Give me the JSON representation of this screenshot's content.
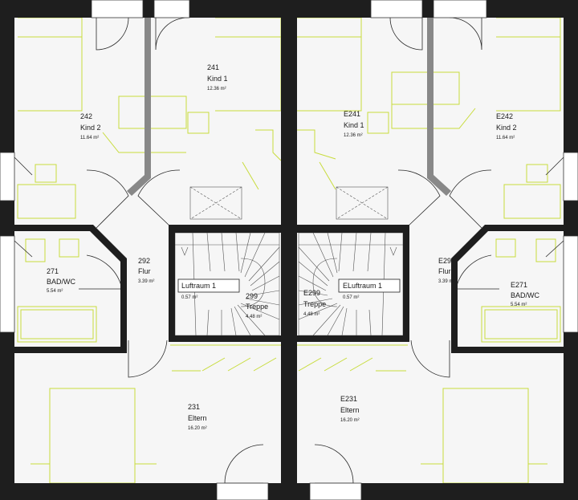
{
  "colors": {
    "wall": "#1e1e1e",
    "furniture": "#c8dc3c",
    "floor": "#f6f6f6"
  },
  "rooms": [
    {
      "id": "kind1-left",
      "code": "241",
      "name": "Kind 1",
      "area": "12.36 m²"
    },
    {
      "id": "kind2-left",
      "code": "242",
      "name": "Kind 2",
      "area": "11.64 m²"
    },
    {
      "id": "bad-left",
      "code": "271",
      "name": "BAD/WC",
      "area": "5.54 m²"
    },
    {
      "id": "flur-left",
      "code": "292",
      "name": "Flur",
      "area": "3.39 m²"
    },
    {
      "id": "treppe-left",
      "code": "299",
      "name": "Treppe",
      "area": "4.48 m²"
    },
    {
      "id": "eltern-left",
      "code": "231",
      "name": "Eltern",
      "area": "16.20 m²"
    },
    {
      "id": "kind1-right",
      "code": "E241",
      "name": "Kind 1",
      "area": "12.36 m²"
    },
    {
      "id": "kind2-right",
      "code": "E242",
      "name": "Kind 2",
      "area": "11.64 m²"
    },
    {
      "id": "bad-right",
      "code": "E271",
      "name": "BAD/WC",
      "area": "5.54 m²"
    },
    {
      "id": "flur-right",
      "code": "E29",
      "name": "Flur",
      "area": "3.39 m²"
    },
    {
      "id": "treppe-right",
      "code": "E299",
      "name": "Treppe",
      "area": "4.48 m²"
    },
    {
      "id": "eltern-right",
      "code": "E231",
      "name": "Eltern",
      "area": "16.20 m²"
    }
  ],
  "voids": [
    {
      "id": "luftraum-left",
      "name": "Luftraum 1",
      "area": "0.57 m²"
    },
    {
      "id": "luftraum-right",
      "name": "ELuftraum 1",
      "area": "0.57 m²"
    }
  ]
}
